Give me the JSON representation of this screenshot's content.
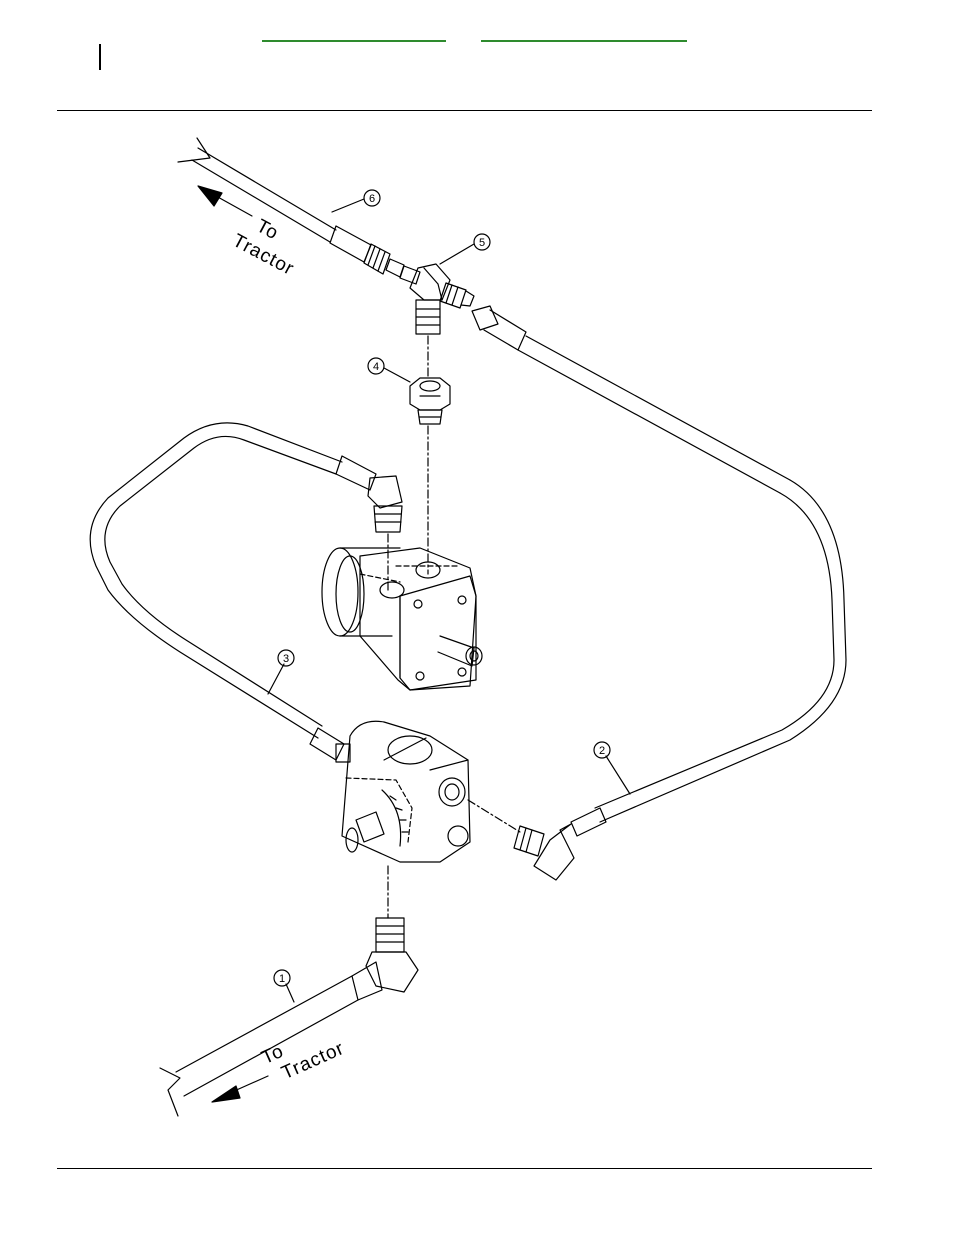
{
  "header": {
    "link_left_color": "#2e8b2e",
    "link_right_color": "#2e8b2e"
  },
  "diagram": {
    "callouts": [
      {
        "id": "callout-6",
        "label": "6"
      },
      {
        "id": "callout-5",
        "label": "5"
      },
      {
        "id": "callout-4",
        "label": "4"
      },
      {
        "id": "callout-3",
        "label": "3"
      },
      {
        "id": "callout-2",
        "label": "2"
      },
      {
        "id": "callout-1",
        "label": "1"
      }
    ],
    "direction_top": {
      "line1": "To",
      "line2": "Tractor"
    },
    "direction_bottom": {
      "line1": "To",
      "line2": "Tractor"
    }
  }
}
